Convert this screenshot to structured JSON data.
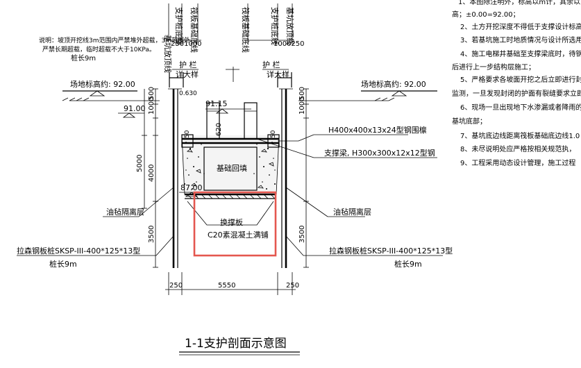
{
  "notes": {
    "lines": [
      "1、本图除注明外，标高以m计，其余以",
      "高；±0.00=92.00；",
      "2、土方开挖深度不得低于支撑设计标高",
      "3、若基坑施工时地质情况与设计所选用",
      "4、施工电梯井基础至支撑梁底时，待钢",
      "后进行上一步结构层施工；",
      "5、严格要求各坡面开挖之后立即进行封",
      "监测，一旦发现封闭的护面有裂缝要求立即",
      "6、现场一旦出现地下水渗漏或者降雨的",
      "基坑底部；",
      "7、基坑底边线距离筏板基础底边线1.0",
      "8、未尽说明处应严格按相关规范执，",
      "9、工程采用动态设计管理，施工过程"
    ]
  },
  "explanation": {
    "line1": "说明：坡顶开挖线3m范围内严禁堆外超载，3m范围外",
    "line2": "严禁长期超载，临时超载不大于10KPa。",
    "pile_length": "桩长9m"
  },
  "top_labels": {
    "left_a": "基坑放顶线",
    "left_b": "支护桩底线",
    "left_c": "筏板基础底线",
    "right_a": "筏板基础底线",
    "right_b": "支护桩底线",
    "right_c": "基坑放顶线",
    "left_dims": "2501000",
    "right_dims": "1000250"
  },
  "section": {
    "guardrail_label": "护 栏",
    "guardrail_detail": "详大样",
    "site_elev_left": "场地标高约: 92.00",
    "site_elev_right": "场地标高约: 92.00",
    "elev_9100": "91.00",
    "elev_9115": "91.15",
    "elev_8700": "87.00",
    "small_dim": "0.630",
    "foundation_backfill": "基础回填",
    "replacement_board": "换撑板",
    "c20_concrete": "C20素混凝土满铺",
    "waler_label": "H400x400x13x24型钢围檩",
    "strut_label": "支撑梁, H300x300x12x12型钢",
    "oil_felt_left": "油毡隔离层",
    "oil_felt_right": "油毡隔离层",
    "sheet_pile_left": "拉森钢板桩SKSP-III-400*125*13型",
    "sheet_pile_right": "拉森钢板桩SKSP-III-400*125*13型",
    "pile_len_left": "桩长9m",
    "pile_len_right": "桩长9m"
  },
  "dims": {
    "d5000": "5000",
    "d4000": "4000",
    "d3500_left": "3500",
    "d3500_right": "3500",
    "d1000_left": "1000",
    "d500_left": "500",
    "d1000_right": "1000",
    "d500_right": "500",
    "d620": "620",
    "d250_left": "250",
    "d5550": "5550",
    "d250_right": "250",
    "d50_a": "50",
    "d50_b": "50"
  },
  "title": {
    "main": "1-1支护剖面示意图"
  },
  "colors": {
    "highlight": "#e4574f",
    "line": "#000000"
  }
}
